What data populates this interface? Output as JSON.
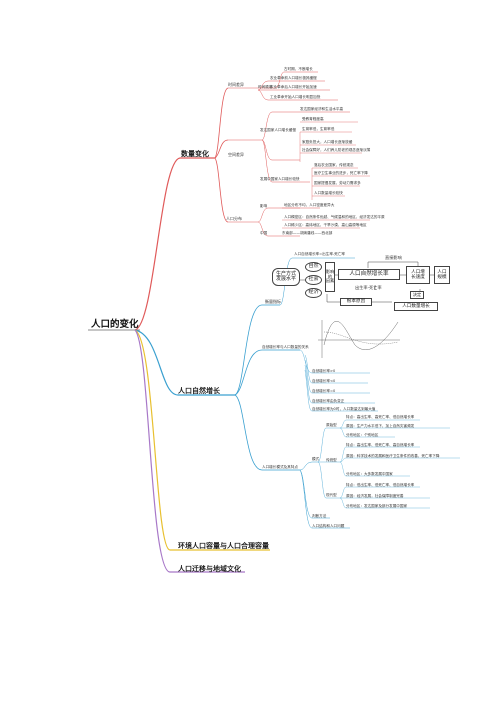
{
  "root": "人口的变化",
  "branches": {
    "b1": {
      "title": "数量变化",
      "color": "#e05a5a",
      "nodes": {
        "n1": "时间差异",
        "n1a": "古时期，不断增长",
        "n2": "时间顺序",
        "n2a": "农业革命前人口增长极其缓慢",
        "n2b": "农业革命后人口增长开始加速",
        "n2c": "工业革命开始人口增长明显加快",
        "n3": "空间差异",
        "n3a": "发达国家人口增长缓慢",
        "n3a1": "发达国家经济和生活水平高",
        "n3a2": "受教育程度高",
        "n3a3": "生育率低，生育率低",
        "n3a4": "家庭负担大，人口增长逐渐放缓",
        "n3a5": "社会保障好，人们养儿防老的观念逐渐淡薄",
        "n3b": "发展中国家人口增长较快",
        "n3b1": "落后农业国家，传统观念",
        "n3b2": "医疗卫生事业的进步，死亡率下降",
        "n3b3": "国家提倡发展，劳动力需求多",
        "n3b4": "人口数量增长较快",
        "n4": "人口分布",
        "n4a": "影响",
        "n4a1": "地区分布不均，人口密度差异大",
        "n4a2": "人口稠密区：自然条件优越、气候温和的地区、经济发达的平原",
        "n4a3": "人口稀少区：高纬地区、干旱沙漠、高山高原等地区",
        "n4b": "中国",
        "n4b1": "东南部——胡焕庸线——西北部"
      }
    },
    "b2": {
      "title": "人口自然增长",
      "color": "#3aa0d0",
      "nodes": {
        "n1": "衡量指标",
        "n1a": "人口自然增长率=出生率-死亡率",
        "diagram": {
          "c1": "自然",
          "c2": "社会",
          "c3": "经济",
          "left": "生产方式\n发展水平",
          "mid": "影响\n的\n因素",
          "center": "人口自然增长率",
          "right": "人口增\n长速度",
          "far": "人口\n规模",
          "birth": "出生率-死亡率",
          "top": "直接影响",
          "bottom": "根本原因",
          "decide": "决定",
          "br": "人口数量增长"
        },
        "n2": "自然增长率与人口数量的关系",
        "n2a": "自然增长率>0",
        "n2b": "自然增长率<0",
        "n2c": "自然增长率=0",
        "n2d": "自然增长率由负变正",
        "n2e": "自然增长率为0时，人口数量达到最大值",
        "n3": "人口增长模式及其特点",
        "n3a": "模式",
        "n3a1": "原始型",
        "n3a1a": "特点：高出生率、高死亡率、低自然增长率",
        "n3a1b": "原因：生产力水平低下，加上自然灾害频发",
        "n3a1c": "分布地区：个别地区",
        "n3a2": "传统型",
        "n3a2a": "特点：高出生率、低死亡率、高自然增长率",
        "n3a2b": "原因：科学技术的发展和医疗卫生条件的改善，死亡率下降",
        "n3a2c": "分布地区：大多数发展中国家",
        "n3a3": "现代型",
        "n3a3a": "特点：低出生率、低死亡率、低自然增长率",
        "n3a3b": "原因：经济发展，社会保障制度完善",
        "n3a3c": "分布地区：发达国家及部分发展中国家",
        "n3b": "判断方法",
        "n3c": "人口结构和人口问题"
      }
    },
    "b3": {
      "title": "环境人口容量与人口合理容量",
      "color": "#e8c030"
    },
    "b4": {
      "title": "人口迁移与地域文化",
      "color": "#a878c8"
    }
  }
}
